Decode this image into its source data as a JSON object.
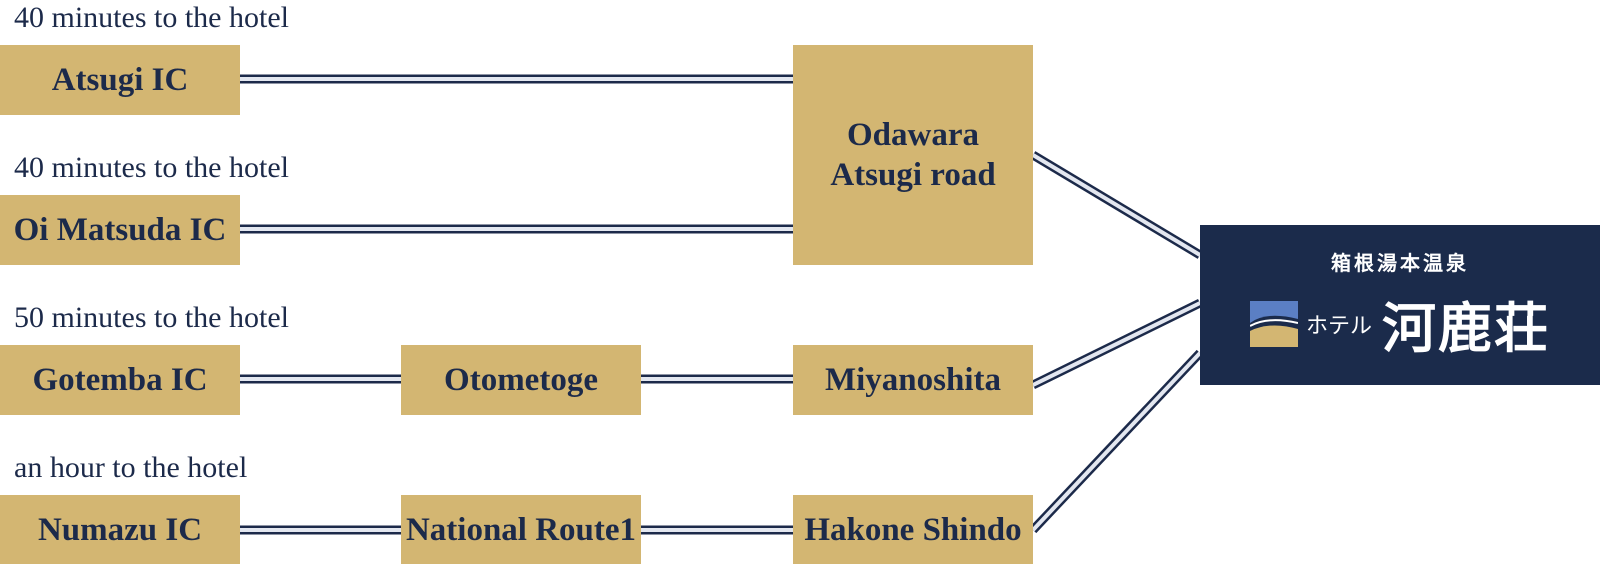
{
  "rows": [
    {
      "caption": "40 minutes to the hotel",
      "start": "Atsugi IC"
    },
    {
      "caption": "40 minutes to the hotel",
      "start": "Oi Matsuda IC"
    },
    {
      "caption": "50 minutes to the hotel",
      "start": "Gotemba IC",
      "via": "Otometoge"
    },
    {
      "caption": "an hour to the hotel",
      "start": "Numazu IC",
      "via": "National Route1"
    }
  ],
  "junctions": {
    "odawara_line1": "Odawara",
    "odawara_line2": "Atsugi road",
    "miyanoshita": "Miyanoshita",
    "hakone_shindo": "Hakone Shindo"
  },
  "hotel": {
    "subtitle": "箱根湯本温泉",
    "prefix": "ホテル",
    "name": "河鹿荘"
  },
  "colors": {
    "box": "#d3b672",
    "text": "#1c2a4a",
    "hotel_bg": "#1b2b4b",
    "road_outline": "#1c2a4a",
    "road_fill": "#e3e7f0"
  }
}
